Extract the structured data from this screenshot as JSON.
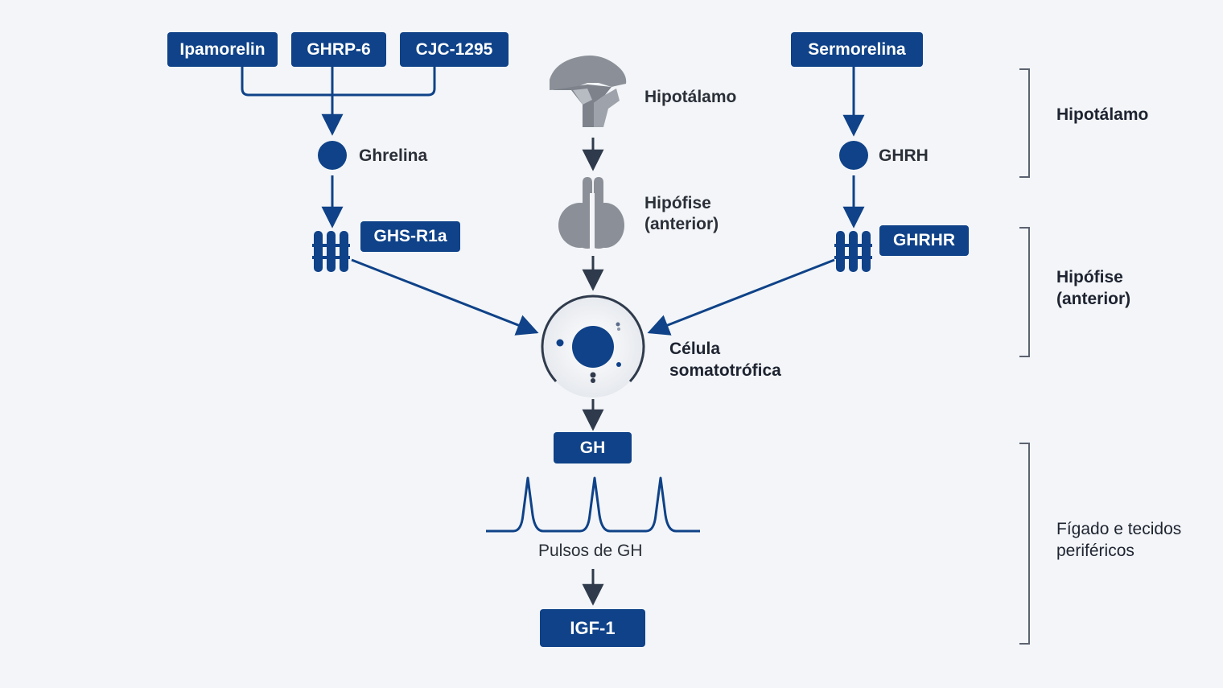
{
  "colors": {
    "primary": "#0f4288",
    "organ_gray": "#8b9098",
    "arrow_dark": "#2f3b4c",
    "bracket": "#5b6270",
    "background": "#f3f5f8"
  },
  "boxes": {
    "ipamorelin": "Ipamorelin",
    "ghrp6": "GHRP-6",
    "cjc1295": "CJC-1295",
    "sermorelina": "Sermorelina",
    "ghs_r1a": "GHS-R1a",
    "ghrhr": "GHRHR",
    "gh": "GH",
    "igf1": "IGF-1"
  },
  "labels": {
    "ghrelina": "Ghrelina",
    "ghrh": "GHRH",
    "hipotalamo": "Hipotálamo",
    "hipofise_line1": "Hipófise",
    "hipofise_line2": "(anterior)",
    "celula_line1": "Célula",
    "celula_line2": "somatotrófica",
    "pulsos": "Pulsos de GH"
  },
  "side_labels": {
    "hipotalamo": "Hipotálamo",
    "hipofise_line1": "Hipófise",
    "hipofise_line2": "(anterior)",
    "figado_line1": "Fígado e tecidos",
    "figado_line2": "periféricos"
  },
  "icons": {
    "hypothalamus": "hypothalamus-icon",
    "pituitary": "pituitary-icon",
    "receptor": "receptor-icon",
    "cell": "cell-icon",
    "pulse": "pulse-wave-icon"
  }
}
